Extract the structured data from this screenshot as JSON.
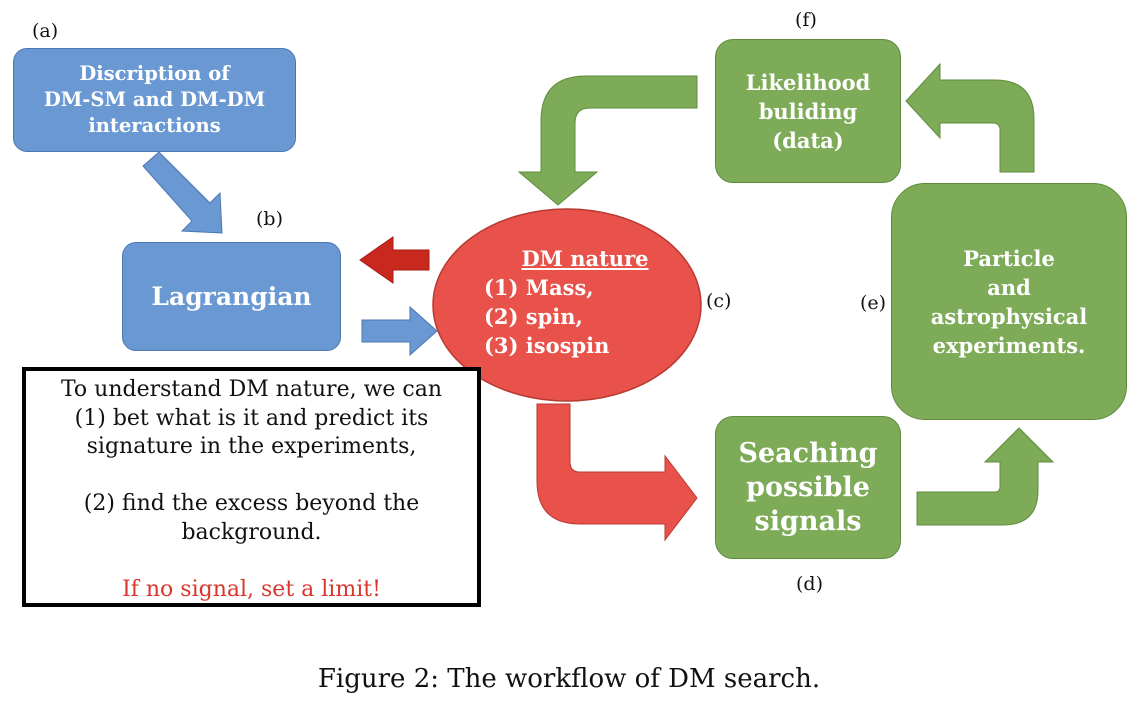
{
  "labels": {
    "a": "(a)",
    "b": "(b)",
    "c": "(c)",
    "d": "(d)",
    "e": "(e)",
    "f": "(f)"
  },
  "nodes": {
    "description": [
      "Discription of",
      "DM-SM and DM-DM",
      "interactions"
    ],
    "lagrangian": "Lagrangian",
    "dm_nature": {
      "title": "DM nature",
      "items": [
        "(1) Mass,",
        "(2) spin,",
        "(3) isospin"
      ]
    },
    "searching": [
      "Seaching",
      "possible",
      "signals"
    ],
    "experiments": [
      "Particle",
      "and",
      "astrophysical",
      "experiments."
    ],
    "likelihood": [
      "Likelihood",
      "buliding",
      "(data)"
    ]
  },
  "note": {
    "lines": [
      "To understand DM nature, we can",
      "(1) bet what is it and predict its",
      "signature in the experiments,",
      "",
      "(2) find the excess beyond the",
      "background.",
      ""
    ],
    "highlight": "If no signal, set a limit!"
  },
  "caption": "Figure 2: The workflow of DM search.",
  "colors": {
    "blue": "#6a98d2",
    "green": "#7dab58",
    "red": "#e8524a",
    "dark_red": "#c9281e",
    "highlight_text": "#d9362b"
  }
}
